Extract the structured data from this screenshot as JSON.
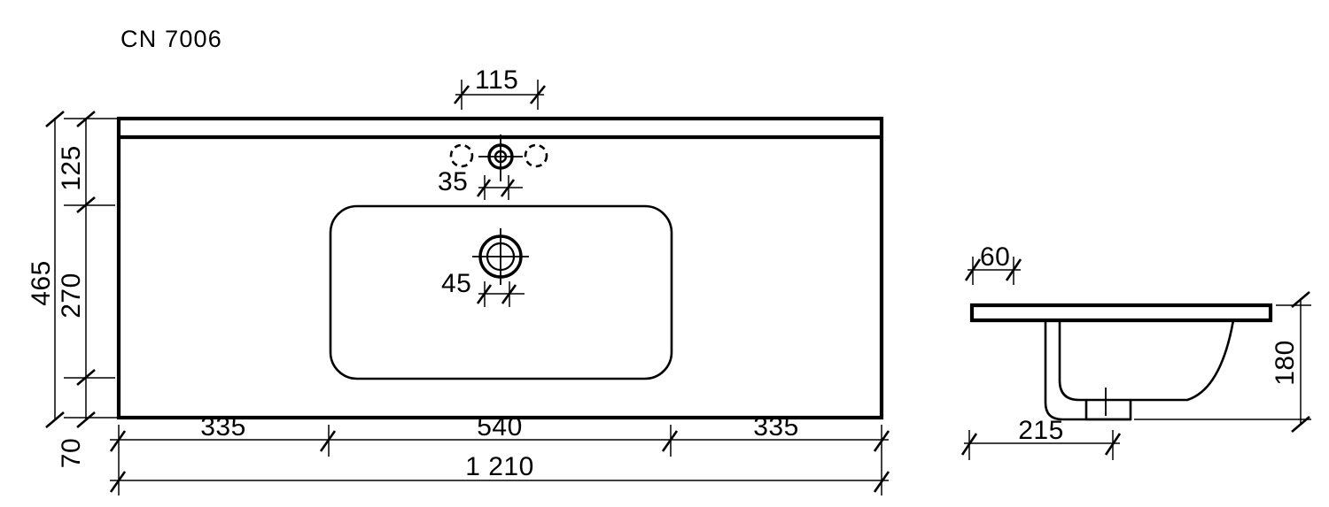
{
  "drawing": {
    "title": "CN 7006",
    "units_note": "",
    "line_color": "#000000",
    "background_color": "#ffffff"
  },
  "views": {
    "top": {
      "name": "top-view",
      "dimensions": {
        "overall_width": "1 210",
        "overall_depth": "465",
        "left_segment": "335",
        "center_segment": "540",
        "right_segment": "335",
        "back_band": "125",
        "bowl_depth": "270",
        "front_band": "70",
        "tap_hole_spacing": "115",
        "tap_hole_offset": "35",
        "drain_offset": "45"
      },
      "features": {
        "tap_hole_center": "tap-hole-center",
        "tap_hole_left": "tap-hole-left-optional",
        "tap_hole_right": "tap-hole-right-optional",
        "drain": "drain-hole"
      }
    },
    "side": {
      "name": "side-view",
      "dimensions": {
        "rim_thickness": "60",
        "bowl_height": "180",
        "bowl_projection": "215"
      },
      "features": {
        "overflow": "overflow-channel",
        "waste": "waste-outlet"
      }
    }
  }
}
